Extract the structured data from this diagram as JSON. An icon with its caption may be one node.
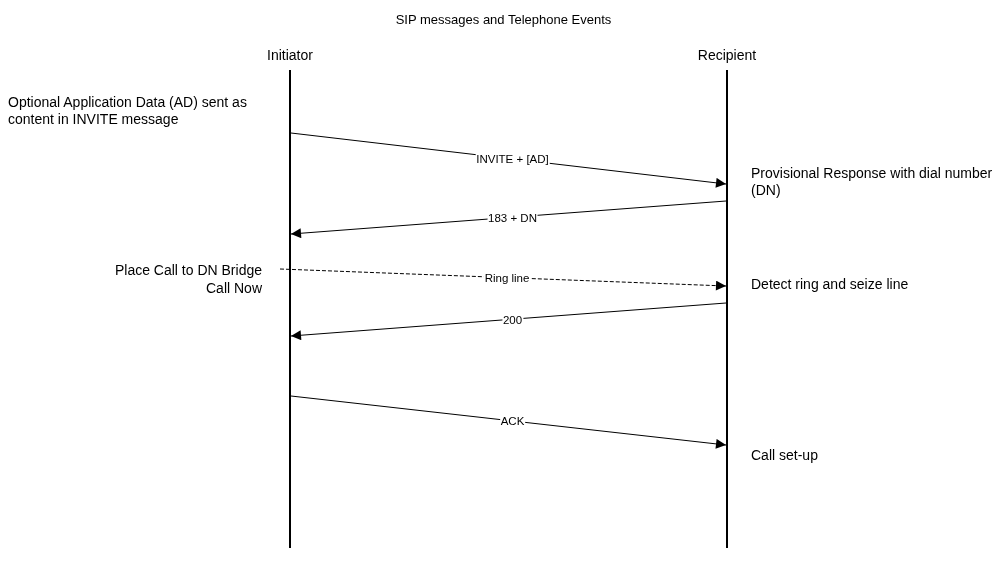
{
  "diagram": {
    "title": "SIP messages and Telephone Events",
    "nodes": [
      {
        "text": [
          "Initiator"
        ]
      },
      {
        "text": [
          "Recipient"
        ]
      },
      {
        "text": [
          "Place Call to DN Bridge Call Now"
        ]
      }
    ],
    "edges": [
      {
        "from": 0,
        "to": 1,
        "arrow": "to",
        "label": "INVITE + [AD]"
      },
      {
        "from": 1,
        "to": 0,
        "arrow": "to",
        "label": "183 + DN"
      },
      {
        "from": 2,
        "to": 1,
        "arrow": "to",
        "label": "Ring line",
        "style": "dashed"
      },
      {
        "from": 1,
        "to": 0,
        "arrow": "to",
        "label": "200"
      },
      {
        "from": 0,
        "to": 1,
        "arrow": "to",
        "label": "ACK"
      }
    ],
    "labels": [
      "Optional Application Data (AD) sent as content in INVITE message",
      "Provisional Response with dial number (DN)",
      "Detect ring and seize line",
      "Call set-up"
    ]
  }
}
